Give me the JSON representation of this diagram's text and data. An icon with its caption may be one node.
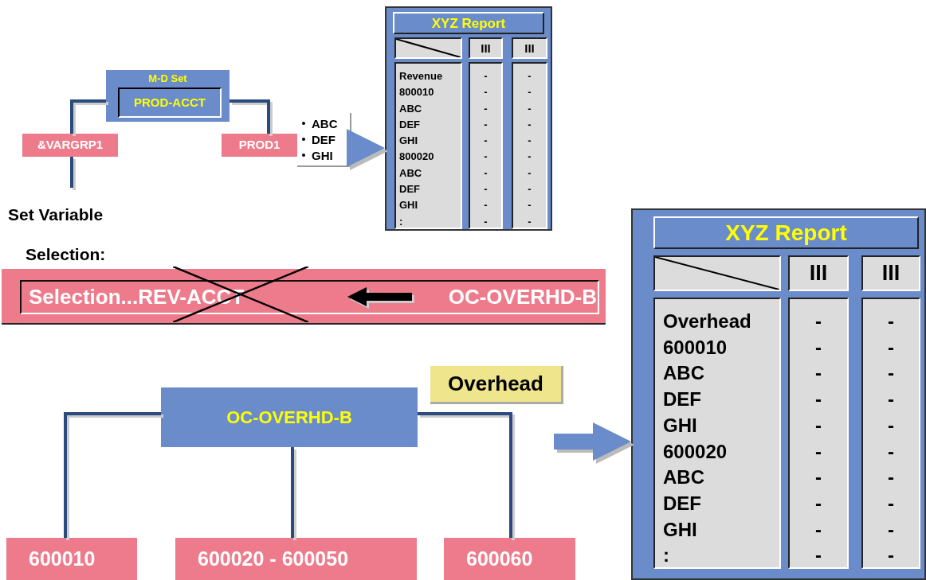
{
  "diagram": {
    "nodes": [
      {
        "text": [
          "M-D Set"
        ]
      },
      {
        "text": [
          "PROD-ACCT"
        ],
        "in": 0
      },
      {
        "text": [
          "&VARGRP1"
        ]
      },
      {
        "text": [
          "PROD1"
        ]
      },
      {
        "text": [
          "ABC",
          "DEF",
          "GHI"
        ]
      },
      {
        "text": [
          "XYZ Report"
        ]
      },
      {
        "text": [],
        "shape": "box",
        "in": 5
      },
      {
        "text": [
          "III"
        ],
        "in": 5
      },
      {
        "text": [
          "III"
        ],
        "in": 5
      },
      {
        "text": [
          "Revenue",
          "800010",
          "ABC",
          "DEF",
          "GHI",
          "800020",
          "ABC",
          "DEF",
          "GHI",
          ":"
        ],
        "in": 5
      },
      {
        "text": [
          "-",
          "-",
          "-",
          "-",
          "-",
          "-",
          "-",
          "-",
          "-",
          "-"
        ],
        "in": 5
      },
      {
        "text": [
          "-",
          "-",
          "-",
          "-",
          "-",
          "-",
          "-",
          "-",
          "-",
          "-"
        ],
        "in": 5
      },
      {
        "text": [],
        "shape": "bar"
      },
      {
        "text": [
          "Selection...REV-ACCT"
        ],
        "in": 12
      },
      {
        "text": [
          "OC-OVERHD-B"
        ],
        "in": 12
      },
      {
        "text": [
          "OC-OVERHD-B"
        ]
      },
      {
        "text": [
          "Overhead"
        ]
      },
      {
        "text": [
          "600010"
        ]
      },
      {
        "text": [
          "600020 - 600050"
        ]
      },
      {
        "text": [
          "600060"
        ]
      },
      {
        "text": [
          "XYZ Report"
        ]
      },
      {
        "text": [],
        "shape": "box",
        "in": 20
      },
      {
        "text": [
          "III"
        ],
        "in": 20
      },
      {
        "text": [
          "III"
        ],
        "in": 20
      },
      {
        "text": [
          "Overhead",
          "600010",
          "ABC",
          "DEF",
          "GHI",
          "600020",
          "ABC",
          "DEF",
          "GHI",
          ":"
        ],
        "in": 20
      },
      {
        "text": [
          "-",
          "-",
          "-",
          "-",
          "-",
          "-",
          "-",
          "-",
          "-",
          "-"
        ],
        "in": 20
      },
      {
        "text": [
          "-",
          "-",
          "-",
          "-",
          "-",
          "-",
          "-",
          "-",
          "-",
          "-"
        ],
        "in": 20
      }
    ],
    "edges": [
      {
        "from": 0,
        "to": 2,
        "arrow": "none"
      },
      {
        "from": 2,
        "to": null,
        "arrow": "none"
      },
      {
        "from": 0,
        "to": 3,
        "arrow": "none"
      },
      {
        "from": 4,
        "to": 5,
        "arrow": "to",
        "style": "thick",
        "color": "#6b8cca"
      },
      {
        "from": 14,
        "to": 13,
        "arrow": "to",
        "style": "thick",
        "color": "#000000"
      },
      {
        "from": 15,
        "to": 17,
        "arrow": "none"
      },
      {
        "from": 15,
        "to": 18,
        "arrow": "none"
      },
      {
        "from": 15,
        "to": 19,
        "arrow": "none"
      },
      {
        "from": null,
        "to": 20,
        "arrow": "to",
        "style": "thick",
        "color": "#6b8cca"
      }
    ],
    "labels": [
      "Set Variable",
      "Selection:"
    ]
  }
}
